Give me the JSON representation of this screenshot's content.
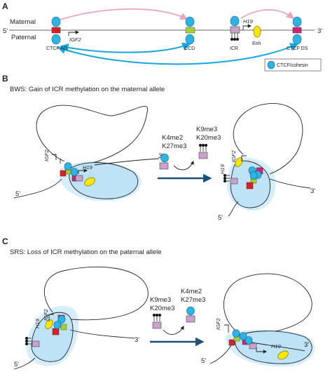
{
  "panel_a": {
    "letter": "A",
    "maternal": "Maternal",
    "paternal": "Paternal",
    "five_prime": "5'",
    "three_prime": "3'",
    "ctcf_ad": "CTCF AD",
    "igf2": "IGF2",
    "ccd": "CCD",
    "h19": "H19",
    "icr": "ICR",
    "enh": "Enh",
    "ctcf_ds": "CTCF DS",
    "legend": "CTCF/cohesin"
  },
  "panel_b": {
    "letter": "B",
    "title": "BWS: Gain of ICR methylation on the maternal allele",
    "igf2": "IGF2",
    "h19": "H19",
    "five_prime": "5'",
    "three_prime": "3'",
    "mark_left_1": "K4me2",
    "mark_left_2": "K27me3",
    "mark_right_1": "K9me3",
    "mark_right_2": "K20me3",
    "igf2_r": "IGF2",
    "h19_r": "H19",
    "three_prime_r": "3'",
    "five_prime_r": "5'"
  },
  "panel_c": {
    "letter": "C",
    "title": "SRS: Loss of ICR methylation on the paternal allele",
    "igf2": "IGF2",
    "h19": "H19",
    "five_prime": "5'",
    "three_prime": "3'",
    "mark_left_1": "K9me3",
    "mark_left_2": "K20me3",
    "mark_right_1": "K4me2",
    "mark_right_2": "K27me3",
    "igf2_r": "IGF2",
    "h19_r": "H19",
    "three_prime_r": "3'",
    "five_prime_r": "5'"
  }
}
